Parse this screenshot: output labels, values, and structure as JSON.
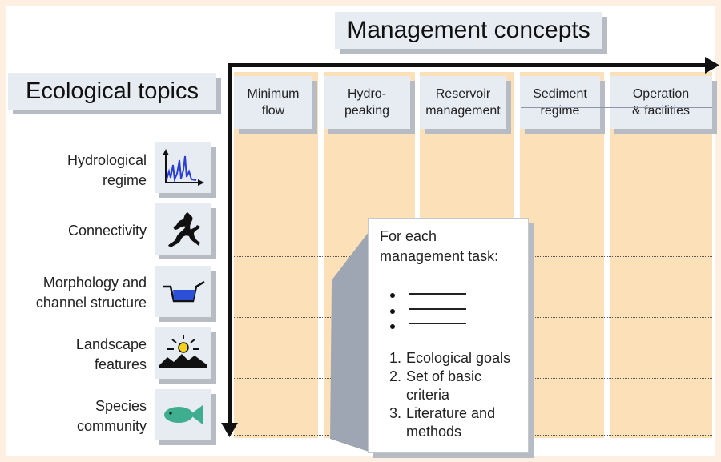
{
  "title_management": "Management concepts",
  "title_ecological": "Ecological topics",
  "columns": [
    {
      "line1": "Minimum",
      "line2": "flow"
    },
    {
      "line1": "Hydro-",
      "line2": "peaking"
    },
    {
      "line1": "Reservoir",
      "line2": "management"
    },
    {
      "line1": "Sediment",
      "line2": "regime"
    },
    {
      "line1": "Operation",
      "line2": "& facilities"
    }
  ],
  "rows": [
    {
      "line1": "Hydrological",
      "line2": "regime",
      "icon": "hydrograph-icon"
    },
    {
      "line1": "Connectivity",
      "line2": "",
      "icon": "connectivity-icon"
    },
    {
      "line1": "Morphology and",
      "line2": "channel structure",
      "icon": "channel-icon"
    },
    {
      "line1": "Landscape",
      "line2": "features",
      "icon": "landscape-sun-icon"
    },
    {
      "line1": "Species",
      "line2": "community",
      "icon": "fish-icon"
    }
  ],
  "callout": {
    "heading_line1": "For each",
    "heading_line2": "management task:",
    "items": [
      "Ecological goals",
      "Set of basic criteria",
      "Literature and methods"
    ]
  },
  "colors": {
    "background": "#fdf0e2",
    "grid_fill": "#fbe0b8",
    "header_fill": "#e7ebf2",
    "shadow": "#b7bcc4",
    "hydrograph": "#2b3fd6",
    "channel_water": "#2c4fd8",
    "sun": "#f3d21a",
    "fish": "#3fae8f"
  }
}
